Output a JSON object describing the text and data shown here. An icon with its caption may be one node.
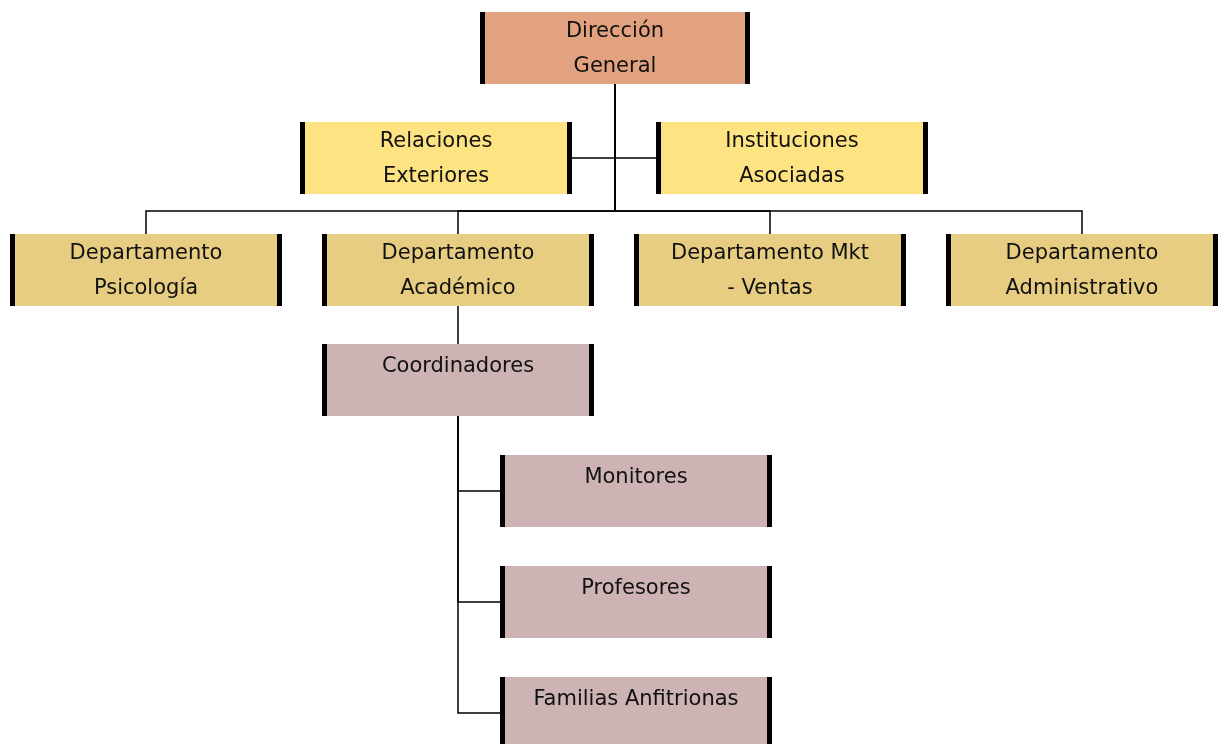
{
  "diagram": {
    "nodes": [
      {
        "text": [
          "Dirección General"
        ]
      },
      {
        "text": [
          "Relaciones Exteriores"
        ]
      },
      {
        "text": [
          "Instituciones Asociadas"
        ]
      },
      {
        "text": [
          "Departamento Psicología"
        ]
      },
      {
        "text": [
          "Departamento Académico"
        ]
      },
      {
        "text": [
          "Departamento Mkt - Ventas"
        ]
      },
      {
        "text": [
          "Departamento Administrativo"
        ]
      },
      {
        "text": [
          "Coordinadores"
        ]
      },
      {
        "text": [
          "Monitores"
        ]
      },
      {
        "text": [
          "Profesores"
        ]
      },
      {
        "text": [
          "Familias Anfitrionas"
        ]
      }
    ],
    "edges": [
      {
        "from": 0,
        "to": 1,
        "arrow": "none"
      },
      {
        "from": 0,
        "to": 2,
        "arrow": "none"
      },
      {
        "from": 0,
        "to": 3,
        "arrow": "none"
      },
      {
        "from": 0,
        "to": 4,
        "arrow": "none"
      },
      {
        "from": 0,
        "to": 5,
        "arrow": "none"
      },
      {
        "from": 0,
        "to": 6,
        "arrow": "none"
      },
      {
        "from": 4,
        "to": 7,
        "arrow": "none"
      },
      {
        "from": 7,
        "to": 8,
        "arrow": "none"
      },
      {
        "from": 7,
        "to": 9,
        "arrow": "none"
      },
      {
        "from": 7,
        "to": 10,
        "arrow": "none"
      }
    ]
  }
}
